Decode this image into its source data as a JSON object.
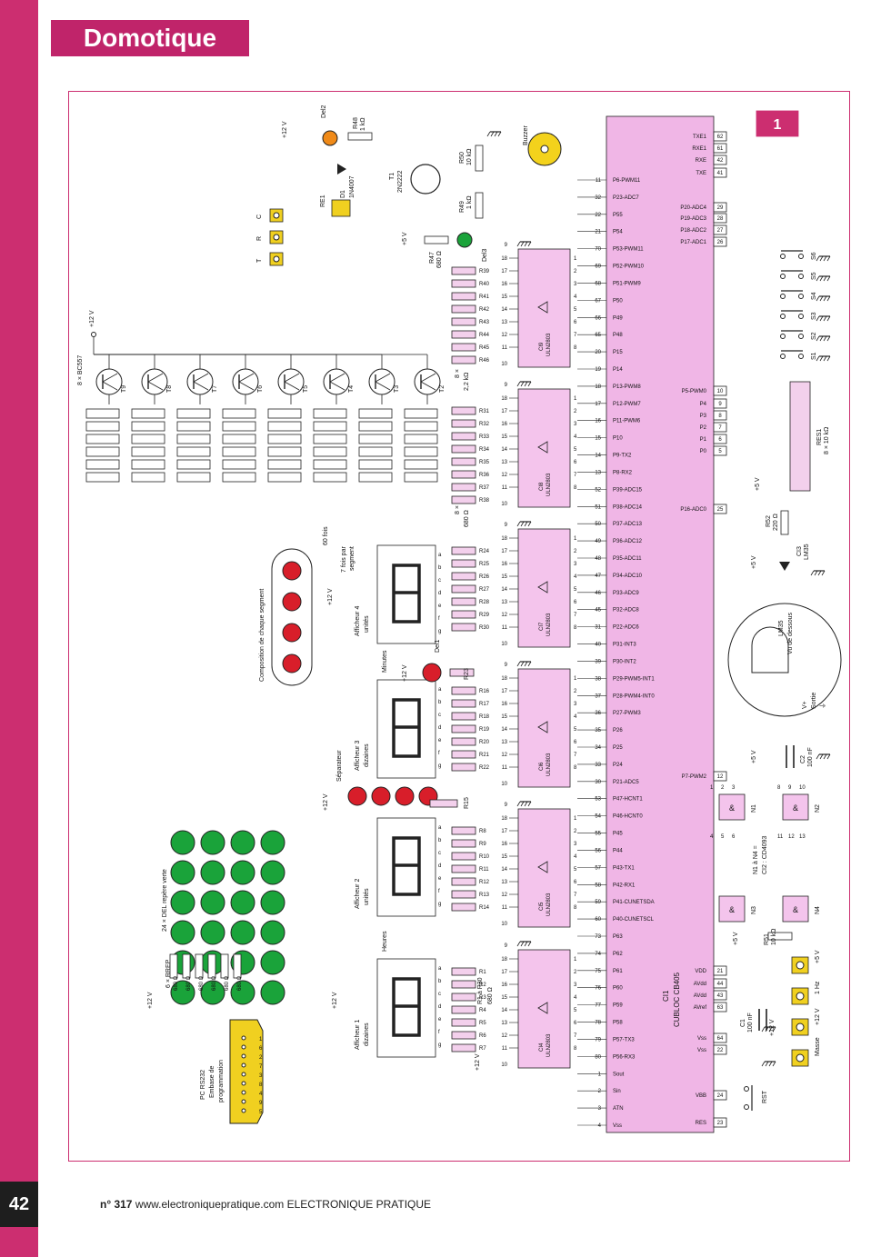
{
  "header": {
    "section": "Domotique",
    "page_number": "42"
  },
  "footer": {
    "issue": "n° 317",
    "site": "www.electroniquepratique.com",
    "magazine": "ELECTRONIQUE PRATIQUE"
  },
  "figure_number": "1",
  "colors": {
    "accent": "#cc2e70",
    "module": "#f0b6e6",
    "ic_box": "#f4c4ec",
    "led_green": "#1aa33a",
    "led_red": "#d81e2a",
    "led_orange": "#f08a18",
    "buzzer": "#f3d21c",
    "connector": "#f0d020"
  },
  "cubloc": {
    "label": "CI1",
    "name": "CUBLOC CB405",
    "pins_top": [
      "P6-PWM11",
      "P23-ADC7",
      "P55",
      "P54",
      "P53-PWM11",
      "P52-PWM10",
      "P51-PWM9",
      "P50",
      "P49",
      "P48",
      "P15",
      "P14",
      "P13-PWM8",
      "P12-PWM7",
      "P11-PWM6",
      "P10",
      "P9-TX2",
      "P8-RX2",
      "P39-ADC15",
      "P38-ADC14",
      "P37-ADC13",
      "P36-ADC12",
      "P35-ADC11",
      "P34-ADC10",
      "P33-ADC9",
      "P32-ADC8",
      "P22-ADC6",
      "P31-INT3",
      "P30-INT2",
      "P29-PWM5-INT1",
      "P28-PWM4-INT0",
      "P27-PWM3",
      "P26",
      "P25",
      "P24",
      "P21-ADC5",
      "P47-HCNT1",
      "P46-HCNT0",
      "P45",
      "P44",
      "P43-TX1",
      "P42-RX1",
      "P41-CUNETSDA",
      "P40-CUNETSCL",
      "P63",
      "P62",
      "P61",
      "P60",
      "P59",
      "P58",
      "P57-TX3",
      "P56-RX3",
      "Sout",
      "Sin",
      "ATN",
      "Vss"
    ],
    "pin_numbers_top": [
      "11",
      "32",
      "22",
      "21",
      "70",
      "69",
      "68",
      "67",
      "66",
      "65",
      "20",
      "19",
      "18",
      "17",
      "16",
      "15",
      "14",
      "13",
      "52",
      "51",
      "50",
      "49",
      "48",
      "47",
      "46",
      "45",
      "31",
      "40",
      "39",
      "38",
      "37",
      "36",
      "35",
      "34",
      "33",
      "30",
      "53",
      "54",
      "55",
      "56",
      "57",
      "58",
      "59",
      "60",
      "73",
      "74",
      "75",
      "76",
      "77",
      "78",
      "79",
      "80",
      "1",
      "2",
      "3",
      "4"
    ],
    "pins_bottom": [
      "TXE1",
      "RXE1",
      "RXE",
      "TXE",
      "P20-ADC4",
      "P19-ADC3",
      "P18-ADC2",
      "P17-ADC1",
      "P5-PWM0",
      "P4",
      "P3",
      "P2",
      "P1",
      "P0",
      "P16-ADC0",
      "P7-PWM2",
      "VDD",
      "AVdd",
      "AVdd",
      "AVref",
      "Vss",
      "Vss",
      "VBB",
      "RES"
    ],
    "pin_numbers_bottom": [
      "62",
      "61",
      "42",
      "41",
      "29",
      "28",
      "27",
      "26",
      "10",
      "9",
      "8",
      "7",
      "6",
      "5",
      "25",
      "12",
      "21",
      "44",
      "43",
      "63",
      "64",
      "22",
      "24",
      "23"
    ]
  },
  "drivers": [
    {
      "id": "CI4",
      "type": "ULN2803",
      "resistors": [
        "R1",
        "R2",
        "R3",
        "R4",
        "R5",
        "R6",
        "R7"
      ]
    },
    {
      "id": "CI5",
      "type": "ULN2803",
      "resistors": [
        "R8",
        "R9",
        "R10",
        "R11",
        "R12",
        "R13",
        "R14"
      ]
    },
    {
      "id": "CI6",
      "type": "ULN2803",
      "resistors": [
        "R16",
        "R17",
        "R18",
        "R19",
        "R20",
        "R21",
        "R22"
      ]
    },
    {
      "id": "CI7",
      "type": "ULN2803",
      "resistors": [
        "R24",
        "R25",
        "R26",
        "R27",
        "R28",
        "R29",
        "R30"
      ]
    },
    {
      "id": "CI8",
      "type": "ULN2803",
      "resistors": [
        "R31",
        "R32",
        "R33",
        "R34",
        "R35",
        "R36",
        "R37",
        "R38"
      ]
    },
    {
      "id": "CI9",
      "type": "ULN2803",
      "resistors": [
        "R39",
        "R40",
        "R41",
        "R42",
        "R43",
        "R44",
        "R45",
        "R46"
      ]
    }
  ],
  "uln_pins_in": [
    "1",
    "2",
    "3",
    "4",
    "5",
    "6",
    "7",
    "8"
  ],
  "uln_pins_out": [
    "11",
    "12",
    "13",
    "14",
    "15",
    "16",
    "17",
    "18"
  ],
  "uln_pin_gnd": "10",
  "uln_pin_com": "9",
  "segment_letters": [
    "a",
    "b",
    "c",
    "d",
    "e",
    "f",
    "g"
  ],
  "displays": [
    {
      "name": "Afficheur 1",
      "unit": "dizaines",
      "group": "Heures"
    },
    {
      "name": "Afficheur 2",
      "unit": "unités",
      "group": ""
    },
    {
      "name": "Afficheur 3",
      "unit": "dizaines",
      "group": "Minutes"
    },
    {
      "name": "Afficheur 4",
      "unit": "unités",
      "group": ""
    }
  ],
  "labels": {
    "r1_r30": "R1 à R30",
    "r1_r30_value": "680 Ω",
    "r31_r38": "8 ×",
    "r31_r38_value": "680 Ω",
    "r39_r46": "8 ×",
    "r39_r46_value": "2,2 kΩ",
    "supply_12": "+12 V",
    "supply_5": "+5 V",
    "transistors": "8 × BC557",
    "transistor_names": [
      "T9",
      "T8",
      "T7",
      "T6",
      "T5",
      "T4",
      "T3",
      "T2"
    ],
    "composition": "Composition de chaque segment",
    "seven_per_segment": "7 fois par",
    "seven_per_segment_2": "segment",
    "sixty": "60 fois",
    "separator": "Séparateur",
    "r15": "R15",
    "r23": "R23",
    "del1": "Del1",
    "del2": "Del2",
    "del3": "Del3",
    "leds_green": "24 × DEL repère verte",
    "rrep": "6 × RREP",
    "rrep_value": "680 Ω",
    "pc_rs232": "PC RS232",
    "embase": "Embase de",
    "programmation": "programmation",
    "db9_pins": [
      "1",
      "6",
      "2",
      "7",
      "3",
      "8",
      "4",
      "9",
      "5"
    ],
    "relay": "RE1",
    "diode": "D1",
    "diode_type": "1N4007",
    "t1": "T1",
    "t1_type": "2N2222",
    "r48": "R48",
    "r48_value": "1 kΩ",
    "r49": "R49",
    "r49_value": "1 kΩ",
    "r50": "R50",
    "r50_value": "10 kΩ",
    "r47": "R47",
    "r47_value": "680 Ω",
    "buzzer": "Buzzer",
    "relay_contacts": [
      "C",
      "R",
      "T"
    ],
    "res1": "RES1",
    "res1_value": "8 × 10 kΩ",
    "switches": [
      "S1",
      "S2",
      "S3",
      "S4",
      "S5",
      "S6"
    ],
    "r52": "R52",
    "r52_value": "220 Ω",
    "ci3": "CI3",
    "ci3_type": "LM35",
    "lm35_view": "LM35",
    "lm35_view2": "Vu de dessous",
    "lm35_pins": [
      "V+",
      "Sortie",
      "⏚"
    ],
    "c2": "C2",
    "c2_value": "100 nF",
    "c1": "C1",
    "c1_value": "100 nF",
    "n_gates": [
      "N1",
      "N2",
      "N3",
      "N4"
    ],
    "ci2": "CI2 : CD4093",
    "ci2_2": "N1 à N4 =",
    "gate_pins": [
      "1",
      "2",
      "3",
      "4",
      "5",
      "6",
      "8",
      "9",
      "10",
      "11",
      "12",
      "13"
    ],
    "r51": "R51",
    "r51_value": "10 kΩ",
    "terminals": [
      "Masse",
      "+12 V",
      "1 Hz",
      "+5 V"
    ],
    "rst": "RST"
  }
}
